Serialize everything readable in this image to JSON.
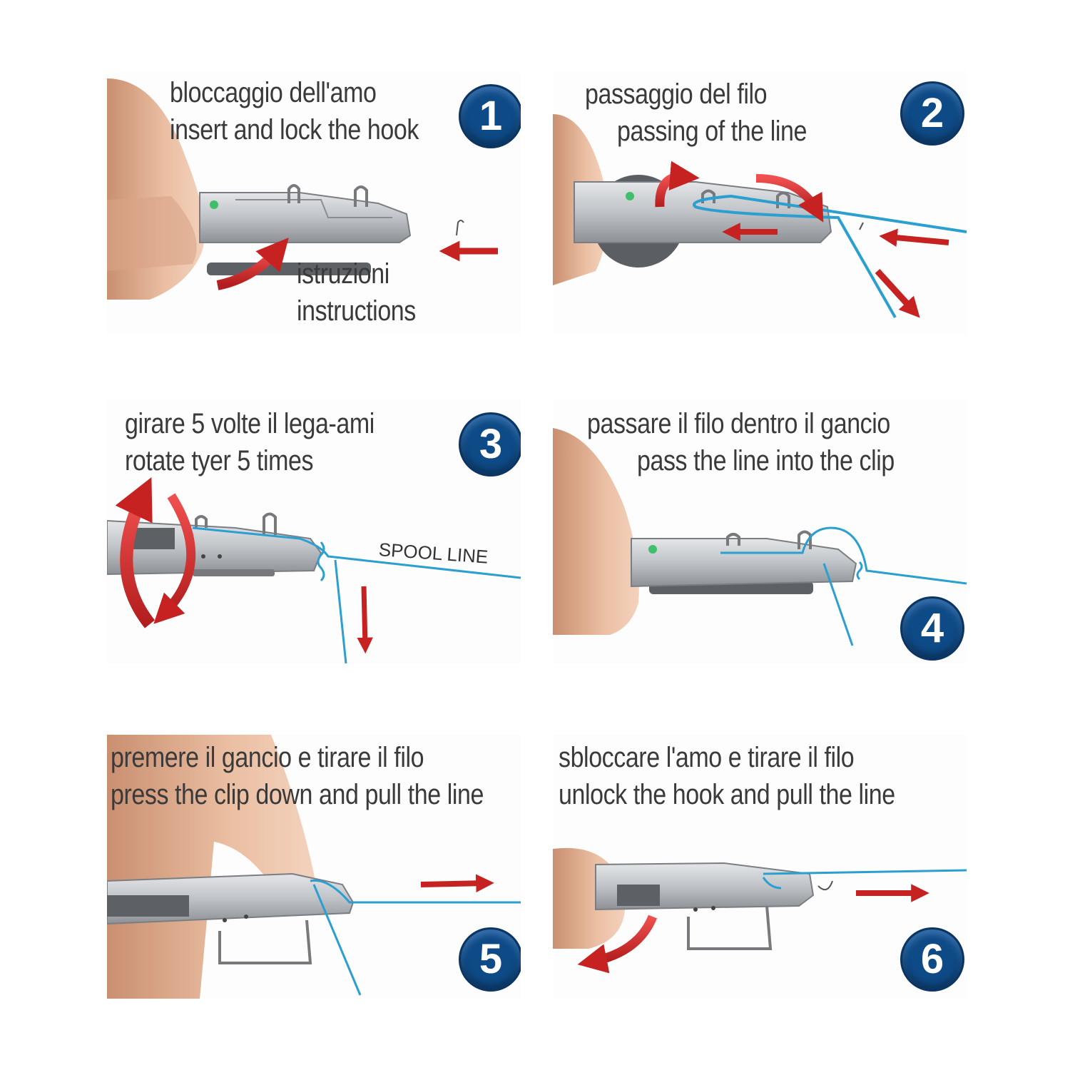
{
  "steps": [
    {
      "number": "1",
      "caption_it": "bloccaggio dell'amo",
      "caption_en": "insert and lock the hook",
      "extra_it": "istruzioni",
      "extra_en": "instructions"
    },
    {
      "number": "2",
      "caption_it": "passaggio del filo",
      "caption_en": "passing of the line"
    },
    {
      "number": "3",
      "caption_it": "girare 5 volte il lega-ami",
      "caption_en": "rotate tyer 5 times",
      "label": "SPOOL LINE"
    },
    {
      "number": "4",
      "caption_it": "passare il filo dentro il gancio",
      "caption_en": "pass the line into the clip"
    },
    {
      "number": "5",
      "caption_it": "premere il gancio e tirare il filo",
      "caption_en": "press the clip down and pull the line"
    },
    {
      "number": "6",
      "caption_it": "sbloccare l'amo e tirare il filo",
      "caption_en": "unlock the hook and pull the line"
    }
  ],
  "icons": [
    "finger",
    "hook-tyer-tool",
    "arrow-icon",
    "rotate-arrow-icon",
    "fishing-line",
    "hook-icon"
  ],
  "colors": {
    "badge": "#0e4a86",
    "line": "#2a9fd0",
    "arrow": "#d42a2a",
    "tool": "#b8bcc0",
    "skin": "#e6b79a"
  }
}
